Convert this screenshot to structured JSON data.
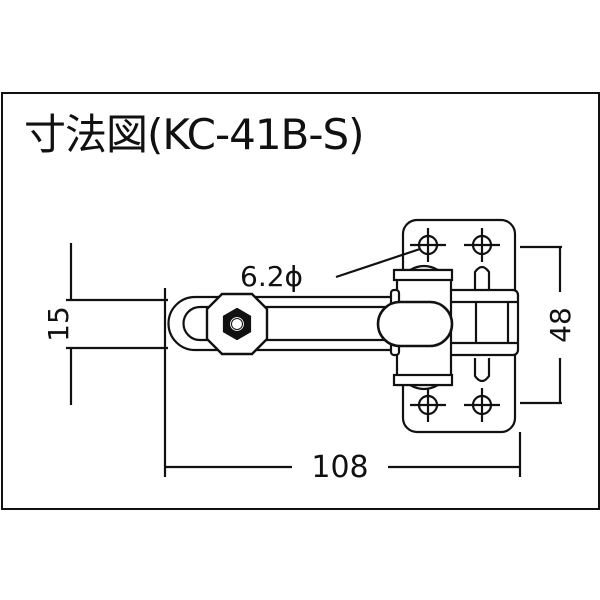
{
  "title": "寸法図(KC-41B-S)",
  "drawing": {
    "subject": "toggle clamp",
    "model": "KC-41B-S",
    "dimensions": {
      "handle_height": "15",
      "base_hole_pitch": "48",
      "overall_length": "108",
      "hole_diameter": "6.2ϕ"
    }
  },
  "colors": {
    "line": "#111111",
    "background": "#ffffff"
  }
}
